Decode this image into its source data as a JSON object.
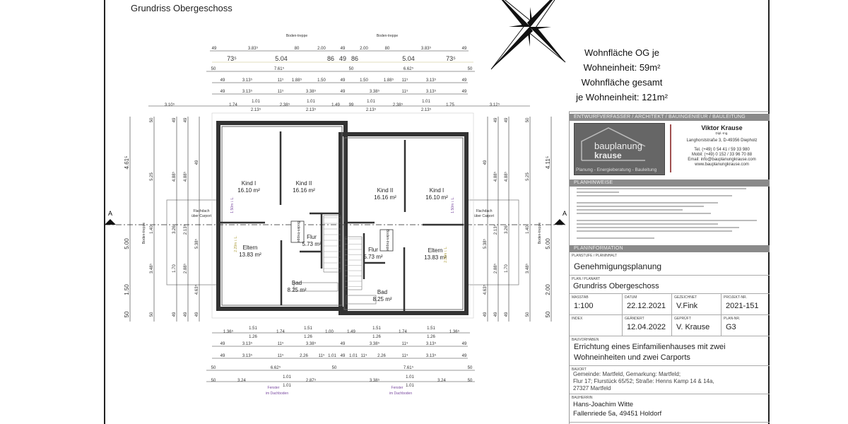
{
  "header": {
    "title": "Grundriss Obergeschoss"
  },
  "area_note": {
    "line1": "Wohnfläche OG je",
    "line2": "Wohneinheit: 59m²",
    "line3": "Wohnfläche gesamt",
    "line4": "je Wohneinheit: 121m²"
  },
  "plan": {
    "section_marker": "A",
    "rooms_left": [
      {
        "name": "Kind I",
        "area": "16.10 m²"
      },
      {
        "name": "Kind II",
        "area": "16.16 m²"
      },
      {
        "name": "Eltern",
        "area": "13.83 m²"
      },
      {
        "name": "Flur",
        "area": "5.73 m²"
      },
      {
        "name": "Bad",
        "area": "8.25 m²"
      }
    ],
    "rooms_right": [
      {
        "name": "Kind II",
        "area": "16.16 m²"
      },
      {
        "name": "Kind I",
        "area": "16.10 m²"
      },
      {
        "name": "Eltern",
        "area": "13.83 m²"
      },
      {
        "name": "Flur",
        "area": "5.73 m²"
      },
      {
        "name": "Bad",
        "area": "8.25 m²"
      }
    ],
    "bodentreppe": "Boden-treppe",
    "flachdach": [
      "Flachdach",
      "über Carport"
    ],
    "fenster_note": [
      "Fenster",
      "im Dachboden"
    ],
    "window_height_1": "1.50m i. L.",
    "window_height_2": "2.29m i. L.",
    "dims_top": [
      [
        "49",
        "3.83⁵",
        "80",
        "2.00",
        "49",
        "2.00",
        "80",
        "3.83⁵",
        "49"
      ],
      [
        "73⁵",
        "5.04",
        "86",
        "49",
        "86",
        "5.04",
        "73⁵"
      ],
      [
        "50",
        "7.61⁵",
        "50",
        "6.62⁵",
        "50"
      ],
      [
        "49",
        "3.13⁵",
        "11⁵",
        "1.88⁵",
        "1.50",
        "49",
        "1.50",
        "1.88⁵",
        "11⁵",
        "3.13⁵",
        "49"
      ],
      [
        "49",
        "3.13⁵",
        "11⁵",
        "3.38⁵",
        "49",
        "3.38⁵",
        "11⁵",
        "3.13⁵",
        "49"
      ],
      [
        "3.10⁵",
        "1.74",
        "1.01",
        "2.13⁵",
        "2.38⁵",
        "1.01",
        "2.13⁵",
        "1.49",
        "99",
        "1.01",
        "2.13⁵",
        "2.38⁵",
        "1.01",
        "2.13⁵",
        "1.75",
        "3.12⁵"
      ]
    ],
    "dims_bottom": [
      [
        "1.36⁵",
        "1.51",
        "1.26",
        "1.74",
        "1.51",
        "1.26",
        "1.00",
        "1.49",
        "1.51",
        "1.26",
        "1.74",
        "1.51",
        "1.26",
        "1.36⁵"
      ],
      [
        "49",
        "3.13⁵",
        "11⁵",
        "3.38⁵",
        "49",
        "3.38⁵",
        "11⁵",
        "3.13⁵",
        "49"
      ],
      [
        "49",
        "3.13⁵",
        "11⁵",
        "2.26",
        "11⁵",
        "1.01",
        "49",
        "1.01",
        "11⁵",
        "2.26",
        "11⁵",
        "3.13⁵",
        "49"
      ],
      [
        "50",
        "6.62⁵",
        "50",
        "7.61⁵",
        "50"
      ],
      [
        "50",
        "3.24",
        "1.01",
        "1.01",
        "2.87⁵",
        "3.38⁵",
        "1.01",
        "1.01",
        "3.24",
        "50"
      ]
    ],
    "dims_left": [
      [
        "4.61⁵",
        "5.00",
        "1.50",
        "50"
      ],
      [
        "50",
        "5.25",
        "1.40",
        "3.48⁵",
        "50"
      ],
      [
        "49",
        "4.88⁵",
        "3.26",
        "1.70",
        "49"
      ],
      [
        "49",
        "4.88⁵",
        "2.13⁵",
        "2.88⁵",
        "49"
      ],
      [
        "49",
        "5.38⁵",
        "4.63⁵",
        "49"
      ]
    ],
    "dims_right": [
      [
        "4.11⁵",
        "5.00",
        "2.00",
        "50"
      ],
      [
        "50",
        "5.25",
        "1.40",
        "3.48⁵",
        "50"
      ],
      [
        "49",
        "4.88⁵",
        "3.26",
        "1.70",
        "49"
      ],
      [
        "49",
        "4.88⁵",
        "2.13⁵",
        "2.88⁵",
        "49"
      ],
      [
        "49",
        "5.38⁵",
        "4.63⁵",
        "49"
      ]
    ]
  },
  "title_block": {
    "architect_header": "ENTWURFVERFASSER / ARCHITEKT / BAUINGENIEUR / BAULEITUNG",
    "logo": {
      "line1": "bauplanung",
      "line2": "krause",
      "tagline": "Planung - Energieberatung - Bauleitung"
    },
    "architect": {
      "name": "Viktor Krause",
      "degree": "Dipl.-Ing.",
      "address": "Langhorststraße 3, D-49356 Diepholz",
      "tel": "Tel. (+49) 0 54 41 / 59 33 980",
      "mobil": "Mobil: (+49) 0 152 / 33 96 70 88",
      "email": "Email: info@bauplanungkrause.com",
      "web": "www.bauplanungkrause.com"
    },
    "notes_header": "PLANHINWEISE",
    "info_header": "PLANINFORMATION",
    "planstufe_label": "PLANSTUFE / PLANINHALT",
    "planstufe": "Genehmigungsplanung",
    "planart_label": "PLAN / PLANART",
    "planart": "Grundriss Obergeschoss",
    "masstab_label": "MASSTAB",
    "masstab": "1:100",
    "datum_label": "DATUM",
    "datum": "22.12.2021",
    "gezeichnet_label": "GEZEICHNET",
    "gezeichnet": "V.Fink",
    "projekt_label": "PROJEKT-NR.",
    "projekt": "2021-151",
    "index_label": "INDEX",
    "index": "",
    "geaendert_label": "GEÄNDERT",
    "geaendert": "12.04.2022",
    "geprueft_label": "GEPRÜFT",
    "geprueft": "V. Krause",
    "plannr_label": "PLAN-NR.",
    "plannr": "G3",
    "bauvorhaben_label": "BAUVORHABEN",
    "bauvorhaben_1": "Errichtung eines Einfamilienhauses mit zwei",
    "bauvorhaben_2": "Wohneinheiten und zwei Carports",
    "baugort_label": "BAUORT",
    "baugort_1": "Gemeinde: Martfeld, Gemarkung: Martfeld;",
    "baugort_2": "Flur 17; Flurstück 65/52; Straße: Henns Kamp 14 & 14a,",
    "baugort_3": "27327 Martfeld",
    "bauherr_label": "BAUHERRIN",
    "bauherr_1": "Hans-Joachim Witte",
    "bauherr_2": "Fallenriede 5a, 49451 Holdorf"
  },
  "colors": {
    "wall": "#333333",
    "dim_line": "#333333",
    "dim_accent": "#c8c080",
    "bar": "#8a8a8a",
    "logo_bg": "#666666",
    "accent_red": "#a05050",
    "purple": "#7a4aa0"
  }
}
